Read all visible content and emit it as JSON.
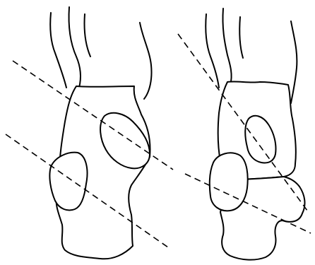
{
  "figure": {
    "panels": [
      {
        "id": "left",
        "stroke_color": "#000000"
      },
      {
        "id": "right",
        "stroke_color": "#000000"
      }
    ],
    "line_style": "dashed",
    "background": "#ffffff"
  }
}
